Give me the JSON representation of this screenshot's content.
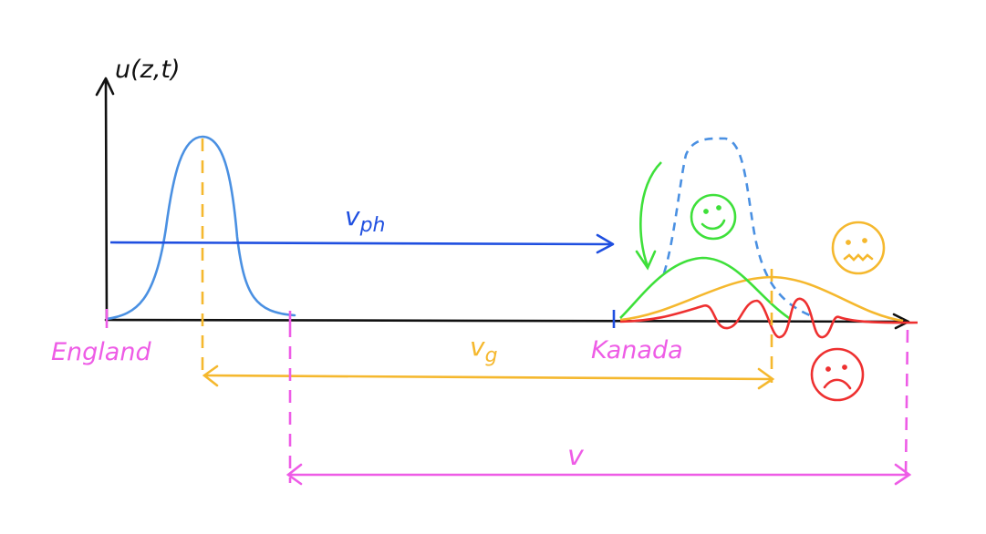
{
  "axis": {
    "ylabel": "u(z,t)"
  },
  "labels": {
    "origin": "England",
    "destination": "Kanada",
    "phase_velocity": "v",
    "phase_velocity_sub": "ph",
    "group_velocity": "v",
    "group_velocity_sub": "g",
    "signal_velocity": "v"
  },
  "colors": {
    "axis": "#111111",
    "pulse": "#4a90e2",
    "vph": "#1f4fe0",
    "vg": "#f5b82e",
    "v": "#ee5ce6",
    "green": "#3ee03a",
    "red": "#ee3030"
  },
  "icons": [
    "smiley-green-icon",
    "worried-face-yellow-icon",
    "sad-face-red-icon"
  ]
}
